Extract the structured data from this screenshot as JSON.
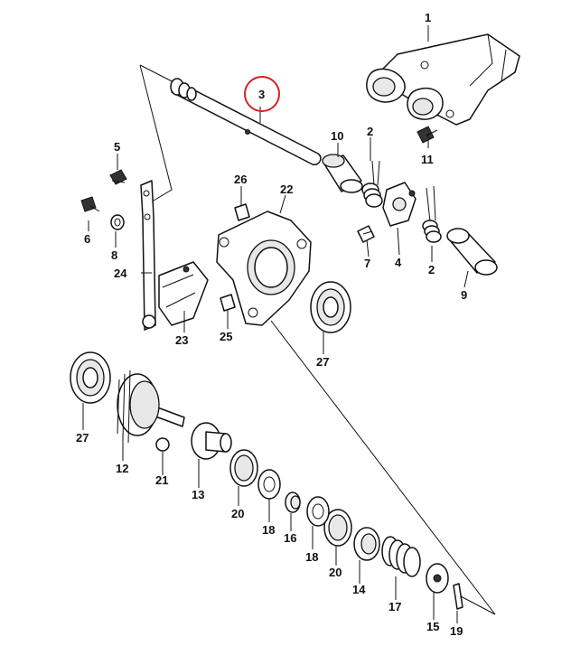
{
  "diagram": {
    "highlight_color": "#d22222",
    "highlighted_part": "3",
    "part_labels": [
      "1",
      "2",
      "3",
      "4",
      "5",
      "6",
      "7",
      "8",
      "9",
      "10",
      "11",
      "12",
      "13",
      "14",
      "15",
      "16",
      "17",
      "18",
      "19",
      "20",
      "21",
      "22",
      "23",
      "24",
      "25",
      "26",
      "27"
    ],
    "callouts": {
      "p1": "1",
      "p2a": "2",
      "p2b": "2",
      "p3": "3",
      "p4": "4",
      "p5": "5",
      "p6": "6",
      "p7": "7",
      "p8": "8",
      "p9": "9",
      "p10": "10",
      "p11": "11",
      "p12": "12",
      "p13": "13",
      "p14": "14",
      "p15": "15",
      "p16": "16",
      "p17": "17",
      "p18a": "18",
      "p18b": "18",
      "p19": "19",
      "p20a": "20",
      "p20b": "20",
      "p21": "21",
      "p22": "22",
      "p23": "23",
      "p24": "24",
      "p25": "25",
      "p26": "26",
      "p27a": "27",
      "p27b": "27"
    }
  }
}
